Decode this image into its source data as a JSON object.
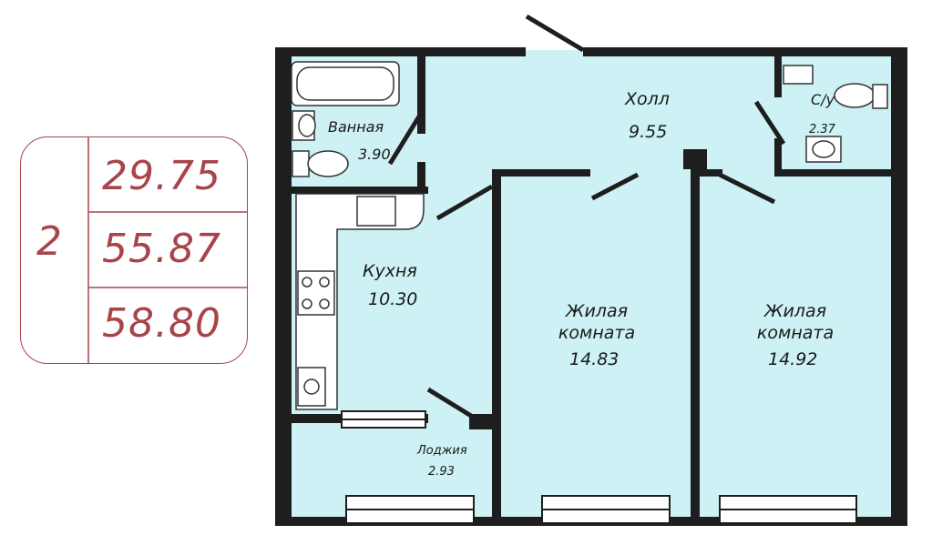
{
  "summary": {
    "rooms": "2",
    "areas": [
      "29.75",
      "55.87",
      "58.80"
    ]
  },
  "rooms": {
    "hall": {
      "name": "Холл",
      "area": "9.55"
    },
    "bathroom": {
      "name": "Ванная",
      "area": "3.90"
    },
    "wc": {
      "name": "С/у",
      "area": "2.37"
    },
    "kitchen": {
      "name": "Кухня",
      "area": "10.30"
    },
    "living1": {
      "name": "Жилая комната",
      "area": "14.83"
    },
    "living2": {
      "name": "Жилая комната",
      "area": "14.92"
    },
    "loggia": {
      "name": "Лоджия",
      "area": "2.93"
    }
  },
  "colors": {
    "accent": "#a8444a",
    "fill": "#cdf1f4",
    "wall": "#1e1e1e"
  }
}
